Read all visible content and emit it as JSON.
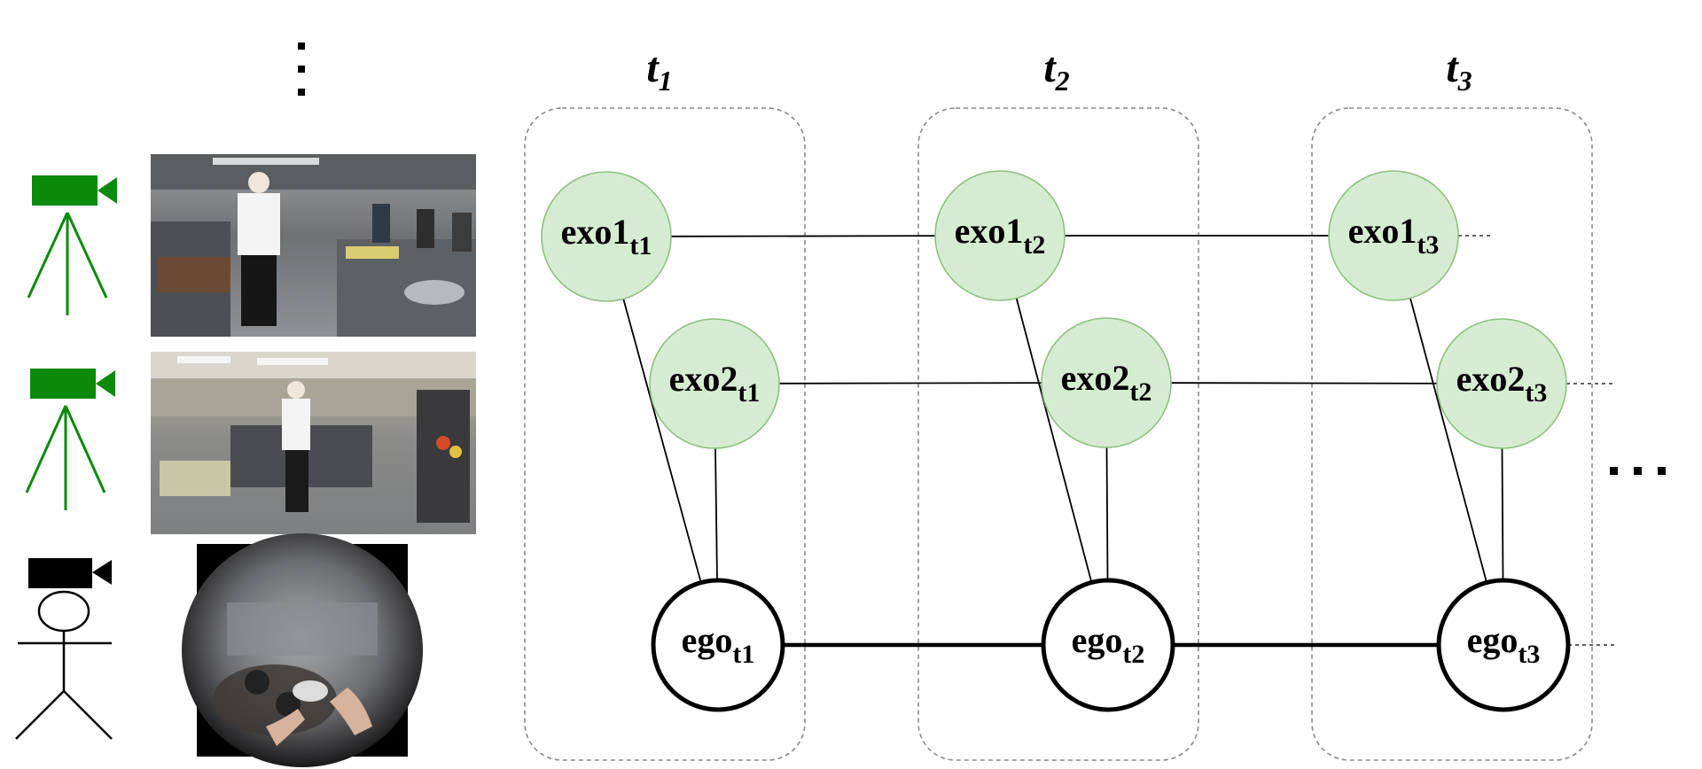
{
  "colors": {
    "camera_exo": "#0b8a0b",
    "camera_ego": "#000000",
    "exo_fill": "#d6ecd2",
    "exo_stroke": "#8dc07f",
    "ego_fill": "#ffffff",
    "ego_stroke": "#000000",
    "dashed_box": "#888888"
  },
  "time_steps": [
    {
      "base": "t",
      "sub": "1"
    },
    {
      "base": "t",
      "sub": "2"
    },
    {
      "base": "t",
      "sub": "3"
    }
  ],
  "nodes": {
    "exo1": [
      {
        "base": "exo1",
        "sub": "t1"
      },
      {
        "base": "exo1",
        "sub": "t2"
      },
      {
        "base": "exo1",
        "sub": "t3"
      }
    ],
    "exo2": [
      {
        "base": "exo2",
        "sub": "t1"
      },
      {
        "base": "exo2",
        "sub": "t2"
      },
      {
        "base": "exo2",
        "sub": "t3"
      }
    ],
    "ego": [
      {
        "base": "ego",
        "sub": "t1"
      },
      {
        "base": "ego",
        "sub": "t2"
      },
      {
        "base": "ego",
        "sub": "t3"
      }
    ]
  },
  "legend": [
    {
      "icon": "tripod-camera-icon",
      "kind": "exo",
      "view": "exocentric kitchen view 1"
    },
    {
      "icon": "tripod-camera-icon",
      "kind": "exo",
      "view": "exocentric kitchen view 2"
    },
    {
      "icon": "head-mounted-camera-person-icon",
      "kind": "ego",
      "view": "egocentric fisheye kitchen view"
    }
  ],
  "ellipsis": {
    "vertical": "⋮",
    "horizontal": "…"
  }
}
